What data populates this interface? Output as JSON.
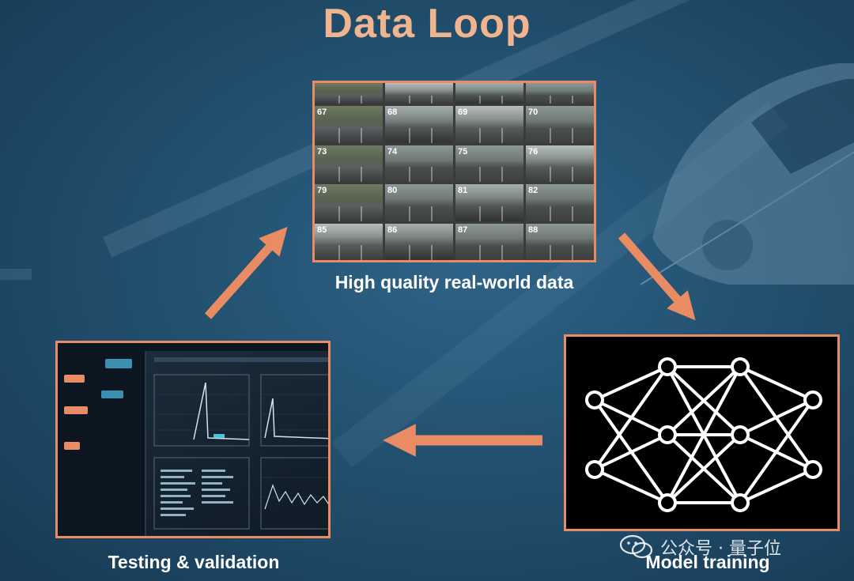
{
  "title": "Data Loop",
  "captions": {
    "data": "High quality real-world data",
    "model": "Model training",
    "test": "Testing & validation"
  },
  "frames": [
    {
      "label": ""
    },
    {
      "label": ""
    },
    {
      "label": ""
    },
    {
      "label": ""
    },
    {
      "label": "67"
    },
    {
      "label": "68"
    },
    {
      "label": "69"
    },
    {
      "label": "70"
    },
    {
      "label": "73"
    },
    {
      "label": "74"
    },
    {
      "label": "75"
    },
    {
      "label": "76"
    },
    {
      "label": "79"
    },
    {
      "label": "80"
    },
    {
      "label": "81"
    },
    {
      "label": "82"
    },
    {
      "label": "85"
    },
    {
      "label": "86"
    },
    {
      "label": "87"
    },
    {
      "label": "88"
    }
  ],
  "network_layers": [
    2,
    3,
    3,
    2
  ],
  "watermark": "公众号 · 量子位",
  "colors": {
    "accent": "#e98b63",
    "title": "#f0b48e",
    "background": "#22506f"
  },
  "icons": [
    "arrow-up-right",
    "arrow-down-right",
    "arrow-left",
    "neural-network-icon",
    "wechat-logo-icon"
  ]
}
